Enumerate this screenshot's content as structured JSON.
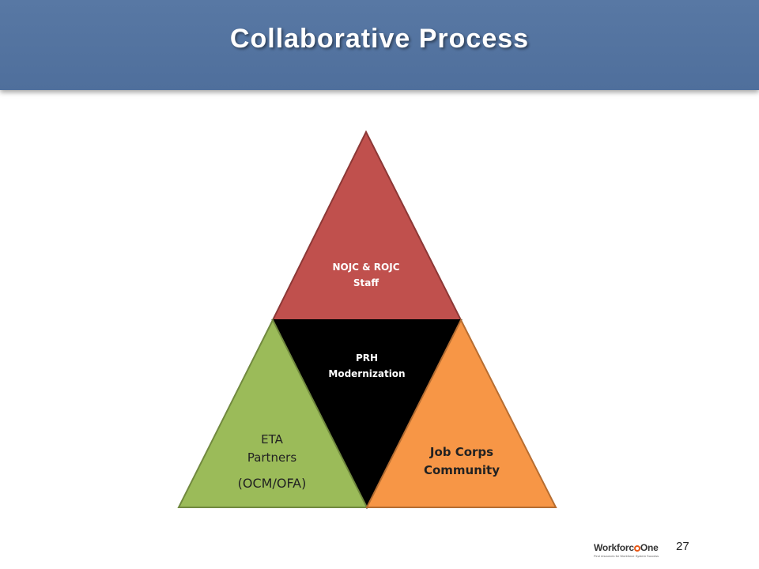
{
  "slide": {
    "title": "Collaborative Process",
    "page_number": "27"
  },
  "diagram": {
    "top": {
      "lines": [
        "NOJC & ROJC",
        "Staff"
      ],
      "color": "#c0504d"
    },
    "center": {
      "lines": [
        "PRH",
        "Modernization"
      ],
      "color": "#000000"
    },
    "left": {
      "lines": [
        "ETA",
        "Partners",
        "(OCM/OFA)"
      ],
      "color": "#9bbb59"
    },
    "right": {
      "lines": [
        "Job Corps",
        "Community"
      ],
      "color": "#f79646"
    }
  },
  "logo": {
    "name_part1": "Workforc",
    "name_part2": "One",
    "tagline": "Find resources for Workforce System Success"
  },
  "colors": {
    "header": "#5676a1",
    "title_text": "#ffffff"
  }
}
